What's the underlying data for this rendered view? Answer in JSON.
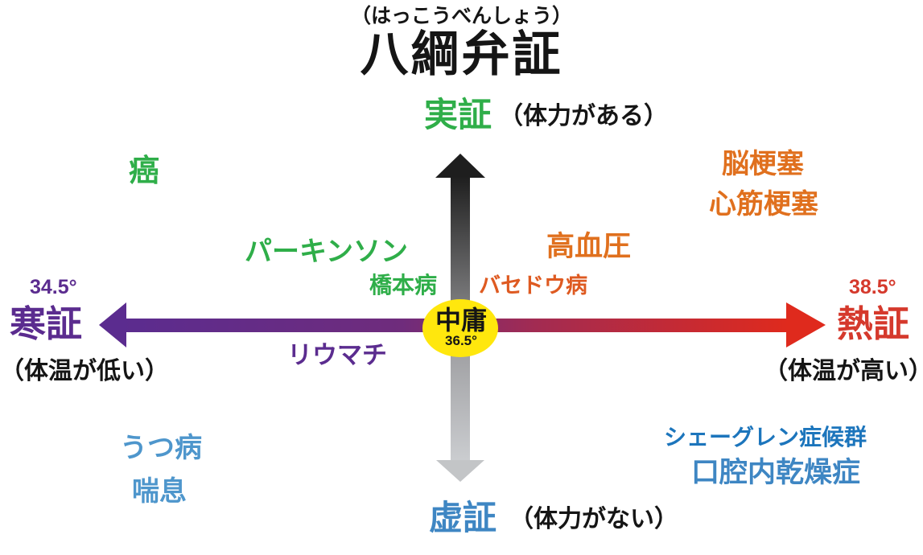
{
  "title": {
    "furigana": "（はっこうべんしょう）",
    "main": "八綱弁証"
  },
  "axes": {
    "top": {
      "label": "実証",
      "desc": "（体力がある）"
    },
    "bottom": {
      "label": "虚証",
      "desc": "（体力がない）"
    },
    "left": {
      "label": "寒証",
      "desc": "（体温が低い）",
      "temp": "34.5°"
    },
    "right": {
      "label": "熱証",
      "desc": "（体温が高い）",
      "temp": "38.5°"
    }
  },
  "center": {
    "label": "中庸",
    "temp": "36.5°"
  },
  "diseases": {
    "cancer": "癌",
    "parkinson": "パーキンソン",
    "hashimoto": "橋本病",
    "basedow": "バセドウ病",
    "hypertension": "高血圧",
    "cerebral_infarction": "脳梗塞",
    "myocardial_infarction": "心筋梗塞",
    "rheumatism": "リウマチ",
    "depression": "うつ病",
    "asthma": "喘息",
    "sjogren": "シェーグレン症候群",
    "dry_mouth": "口腔内乾燥症"
  },
  "colors": {
    "text_black": "#151515",
    "green": "#2FAE49",
    "orange": "#E0701E",
    "orange_red": "#DE5A21",
    "purple": "#5B2C8F",
    "purple_mid": "#6F2C7C",
    "crimson": "#A22B52",
    "red": "#D5392C",
    "red_bright": "#DF2A1D",
    "blue_light": "#4E96CC",
    "blue_mid": "#3E86C3",
    "blue_dark": "#1C75BC",
    "yellow": "#FFE70D",
    "arrow_dark": "#1E1E1E",
    "arrow_gray": "#8E8E90",
    "arrow_light_top": "#97979A",
    "arrow_light_bottom": "#CBCDD0",
    "arrow_light_head": "#C3C5C7"
  }
}
